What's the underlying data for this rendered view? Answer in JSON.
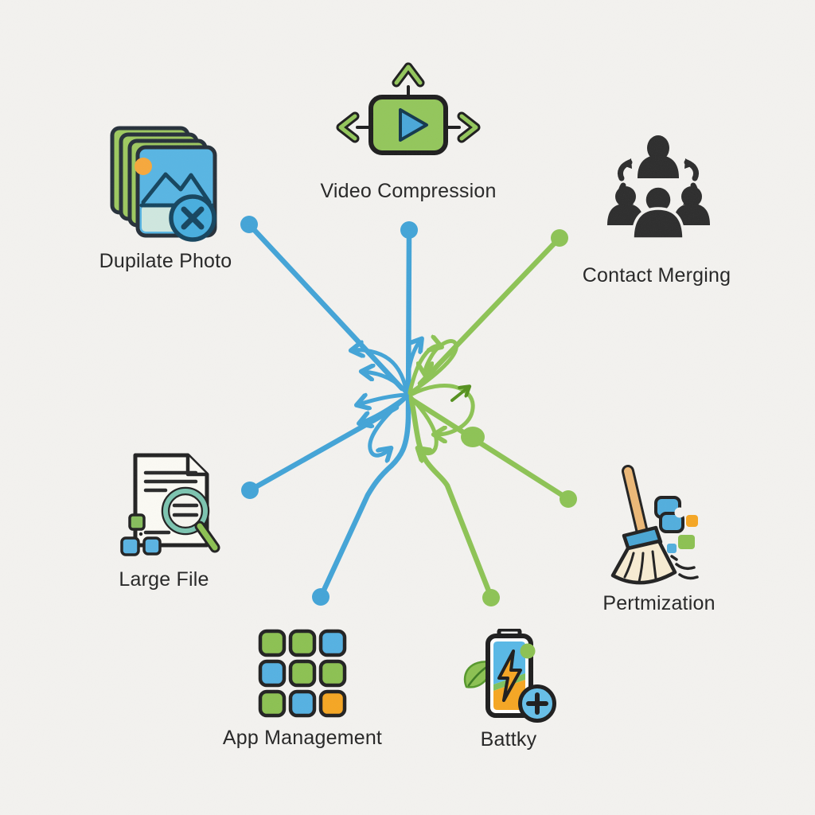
{
  "palette": {
    "line_blue": "#43a4d7",
    "line_green": "#8dc355",
    "accent_orange": "#f5a623",
    "ink": "#262626",
    "paper": "#f3f2ef"
  },
  "nodes": [
    {
      "id": "duplicate-photo",
      "label": "Dupilate Photo",
      "icon": "photo-stack-delete-icon",
      "side": "left",
      "connector_color": "#43a4d7"
    },
    {
      "id": "video-compression",
      "label": "Video Compression",
      "icon": "video-expand-icon",
      "side": "center",
      "connector_color": "#43a4d7"
    },
    {
      "id": "contact-merging",
      "label": "Contact Merging",
      "icon": "people-merge-icon",
      "side": "right",
      "connector_color": "#8dc355"
    },
    {
      "id": "large-file",
      "label": "Large File",
      "icon": "document-magnifier-icon",
      "side": "left",
      "connector_color": "#43a4d7"
    },
    {
      "id": "optimization",
      "label": "Pertmization",
      "icon": "broom-sweep-icon",
      "side": "right",
      "connector_color": "#8dc355"
    },
    {
      "id": "app-management",
      "label": "App Management",
      "icon": "app-grid-icon",
      "side": "left",
      "connector_color": "#43a4d7"
    },
    {
      "id": "battery",
      "label": "Battky",
      "icon": "battery-leaf-icon",
      "side": "right",
      "connector_color": "#8dc355"
    }
  ]
}
